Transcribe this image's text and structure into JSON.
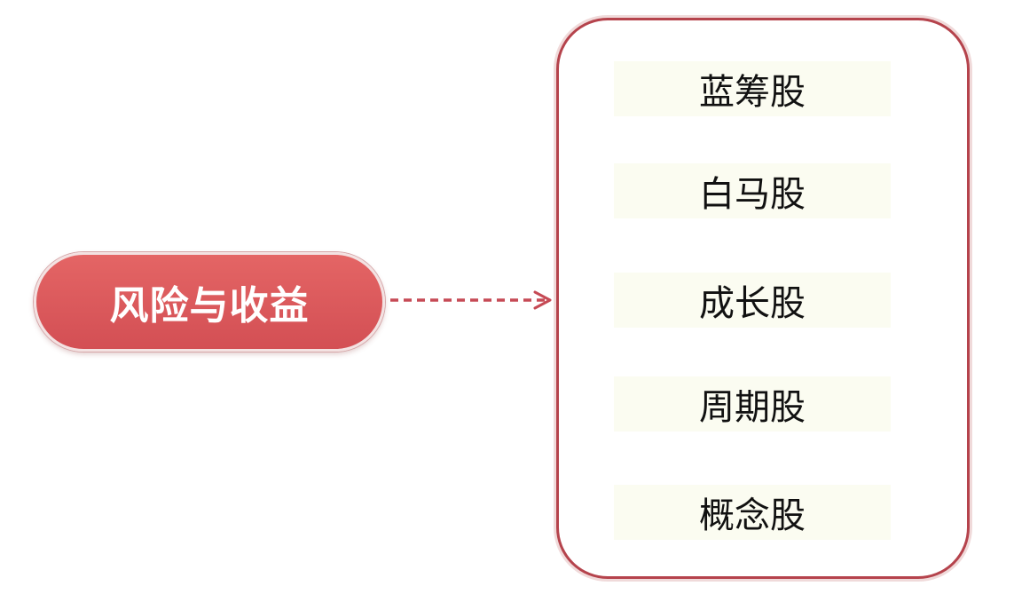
{
  "source": {
    "label": "风险与收益"
  },
  "items": [
    {
      "label": "蓝筹股"
    },
    {
      "label": "白马股"
    },
    {
      "label": "成长股"
    },
    {
      "label": "周期股"
    },
    {
      "label": "概念股"
    }
  ],
  "colors": {
    "pill_fill": "#d9575b",
    "box_border": "#b5434c",
    "connector": "#c64a55",
    "item_background": "#fbfcf1"
  }
}
